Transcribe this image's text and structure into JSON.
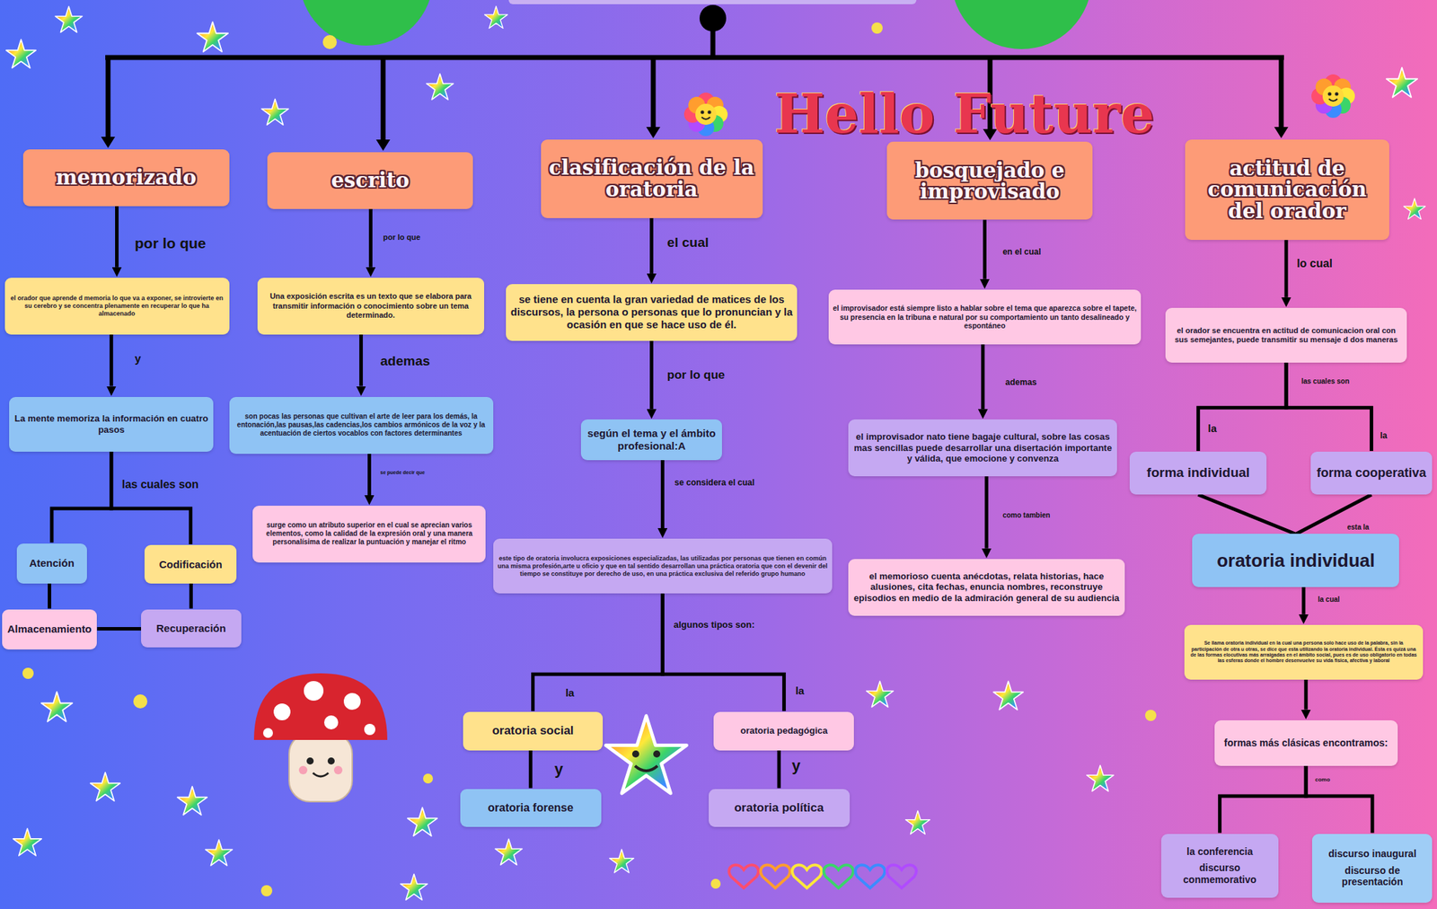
{
  "diagram": {
    "nodes": [
      {
        "text": [
          "memorizado"
        ]
      },
      {
        "text": [
          "el orador que aprende d memoria lo que va a exponer, se introvierte en su cerebro y se concentra plenamente en recuperar lo que ha almacenado"
        ]
      },
      {
        "text": [
          "La mente memoriza la información en cuatro pasos"
        ]
      },
      {
        "text": [
          "Atención"
        ]
      },
      {
        "text": [
          "Codificación"
        ]
      },
      {
        "text": [
          "Almacenamiento"
        ]
      },
      {
        "text": [
          "Recuperación"
        ]
      },
      {
        "text": [
          "escrito"
        ]
      },
      {
        "text": [
          "Una exposición escrita es un texto que se elabora para transmitir información o conocimiento sobre un tema determinado."
        ]
      },
      {
        "text": [
          "son pocas las personas que cultivan el arte de leer para los demás, la entonación,las pausas,las cadencias,los cambios armónicos de la voz y la acentuación de ciertos vocablos con factores determinantes"
        ]
      },
      {
        "text": [
          "surge como un atributo superior en el cual se aprecian varios elementos, como la calidad de la expresión oral y una manera personalísima de realizar la puntuación y manejar el ritmo"
        ]
      },
      {
        "text": [
          "clasificación de la oratoria"
        ]
      },
      {
        "text": [
          "se tiene en cuenta la gran variedad de matices de los discursos, la persona o personas que lo pronuncian y la ocasión en que se hace uso de él."
        ]
      },
      {
        "text": [
          "según el tema y el ámbito profesional:A"
        ]
      },
      {
        "text": [
          "este tipo de oratoria involucra exposiciones especializadas, las utilizadas por personas que tienen en común una misma profesión,arte u oficio y que en tal sentido desarrollan una práctica oratoria que con el devenir del tiempo se constituye por derecho de uso, en una práctica exclusiva del referido grupo humano"
        ]
      },
      {
        "text": [
          "oratoria social"
        ]
      },
      {
        "text": [
          "oratoria pedagógica"
        ]
      },
      {
        "text": [
          "oratoria forense"
        ]
      },
      {
        "text": [
          "oratoria política"
        ]
      },
      {
        "text": [
          "bosquejado e improvisado"
        ]
      },
      {
        "text": [
          "el improvisador está siempre listo a hablar sobre el tema que aparezca sobre el tapete, su presencia en la tribuna e natural por su comportamiento un tanto desalineado y espontáneo"
        ]
      },
      {
        "text": [
          "el improvisador nato tiene bagaje cultural, sobre las cosas mas sencillas puede desarrollar una disertación importante y válida, que emocione y convenza"
        ]
      },
      {
        "text": [
          "el memorioso cuenta anécdotas, relata historias, hace alusiones, cita fechas, enuncia nombres, reconstruye episodios en medio de la admiración general de su audiencia"
        ]
      },
      {
        "text": [
          "actitud de comunicación del orador"
        ]
      },
      {
        "text": [
          "el orador se encuentra en actitud de comunicacion oral con sus semejantes, puede transmitir su mensaje d dos maneras"
        ]
      },
      {
        "text": [
          "forma individual"
        ]
      },
      {
        "text": [
          "forma cooperativa"
        ]
      },
      {
        "text": [
          "oratoria individual"
        ]
      },
      {
        "text": [
          "Se llama oratoria individual en la cual una persona solo hace uso de la palabra, sin la participación de otra u otras, se dice que esta utilizando la oratoria individual. Ésta es quizá una de las formas elocutivas más arraigadas en el ámbito social, pues es de uso obligatorio en todas las esferas donde el hombre desenvuelve su vida física, afectiva y laboral"
        ]
      },
      {
        "text": [
          "formas más clásicas encontramos:"
        ]
      },
      {
        "text": [
          "la conferencia",
          "discurso conmemorativo"
        ]
      },
      {
        "text": [
          "discurso inaugural",
          "discurso de presentación"
        ]
      }
    ],
    "edges": [
      {
        "from": 0,
        "to": 1,
        "arrow": "to",
        "label": "por lo que"
      },
      {
        "from": 1,
        "to": 2,
        "arrow": "to",
        "label": "y"
      },
      {
        "from": 2,
        "to": 3,
        "arrow": "none",
        "label": "las cuales son"
      },
      {
        "from": 2,
        "to": 4,
        "arrow": "none"
      },
      {
        "from": 3,
        "to": 5,
        "arrow": "none"
      },
      {
        "from": 4,
        "to": 6,
        "arrow": "none"
      },
      {
        "from": 5,
        "to": 6,
        "arrow": "none"
      },
      {
        "from": 7,
        "to": 8,
        "arrow": "to",
        "label": "por lo que"
      },
      {
        "from": 8,
        "to": 9,
        "arrow": "to",
        "label": "ademas"
      },
      {
        "from": 9,
        "to": 10,
        "arrow": "to",
        "label": "se puede decir que"
      },
      {
        "from": 11,
        "to": 12,
        "arrow": "to",
        "label": "el cual"
      },
      {
        "from": 12,
        "to": 13,
        "arrow": "to",
        "label": "por lo que"
      },
      {
        "from": 13,
        "to": 14,
        "arrow": "to",
        "label": "se considera el cual"
      },
      {
        "from": 14,
        "to": 15,
        "arrow": "none",
        "label": "algunos tipos son:"
      },
      {
        "from": 14,
        "to": 16,
        "arrow": "none"
      },
      {
        "from": 15,
        "to": 17,
        "arrow": "none",
        "label": "y"
      },
      {
        "from": 16,
        "to": 18,
        "arrow": "none",
        "label": "y"
      },
      {
        "from": 19,
        "to": 20,
        "arrow": "to",
        "label": "en el cual"
      },
      {
        "from": 20,
        "to": 21,
        "arrow": "to",
        "label": "ademas"
      },
      {
        "from": 21,
        "to": 22,
        "arrow": "to",
        "label": "como tambien"
      },
      {
        "from": 23,
        "to": 24,
        "arrow": "to",
        "label": "lo cual"
      },
      {
        "from": 24,
        "to": 25,
        "arrow": "none",
        "label": "las cuales son"
      },
      {
        "from": 24,
        "to": 26,
        "arrow": "none"
      },
      {
        "from": 25,
        "to": 27,
        "arrow": "none",
        "label": "esta la"
      },
      {
        "from": 26,
        "to": 27,
        "arrow": "none"
      },
      {
        "from": 27,
        "to": 28,
        "arrow": "to",
        "label": "la cual"
      },
      {
        "from": 28,
        "to": 29,
        "arrow": "to"
      },
      {
        "from": 29,
        "to": 30,
        "arrow": "none",
        "label": "como"
      },
      {
        "from": 29,
        "to": 31,
        "arrow": "none"
      }
    ],
    "labels": [
      "Hello Future",
      "la",
      "la",
      "la",
      "la"
    ]
  }
}
